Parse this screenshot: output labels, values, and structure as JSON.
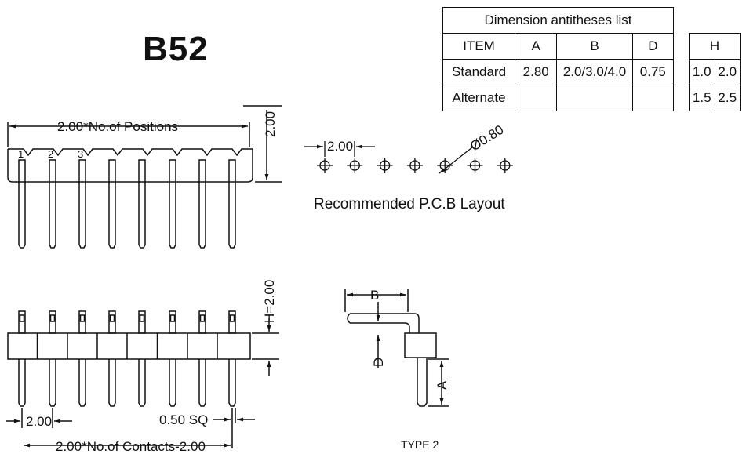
{
  "title": "B52",
  "table": {
    "caption": "Dimension antitheses list",
    "headers": [
      "ITEM",
      "A",
      "B",
      "D"
    ],
    "rows": [
      {
        "item": "Standard",
        "a": "2.80",
        "b": "2.0/3.0/4.0",
        "d": "0.75"
      },
      {
        "item": "Alternate",
        "a": "",
        "b": "",
        "d": ""
      }
    ]
  },
  "h_table": {
    "header": "H",
    "rows": [
      [
        "1.0",
        "2.0"
      ],
      [
        "1.5",
        "2.5"
      ]
    ]
  },
  "top_view": {
    "pitch_label": "2.00*No.of Positions",
    "height_label": "2.00",
    "pin_numbers": [
      "1",
      "2",
      "3"
    ]
  },
  "pcb": {
    "pitch_label": "2.00",
    "hole_label": "Ø0.80",
    "caption": "Recommended P.C.B Layout"
  },
  "front_view": {
    "h_label": "H=2.00",
    "pitch_label": "2.00",
    "sq_label": "0.50 SQ",
    "length_label": "2.00*No.of Contacts-2.00"
  },
  "side_view": {
    "b_label": "B",
    "d_label": "D",
    "a_label": "A",
    "caption": "TYPE 2"
  }
}
